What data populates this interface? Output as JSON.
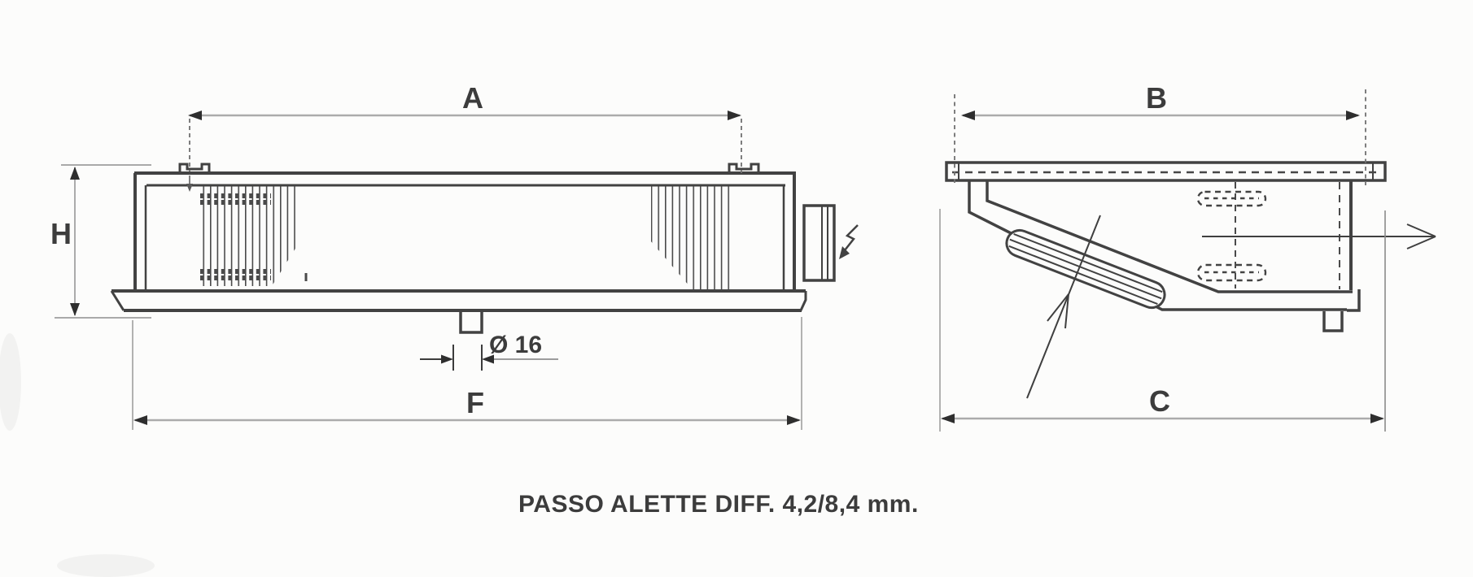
{
  "front_view": {
    "dim_a_label": "A",
    "dim_h_label": "H",
    "dim_f_label": "F",
    "drain_diameter_label": "Ø 16"
  },
  "side_view": {
    "dim_b_label": "B",
    "dim_c_label": "C"
  },
  "caption": "PASSO ALETTE DIFF. 4,2/8,4 mm.",
  "colors": {
    "line": "#424242",
    "dimension_line": "#ababab",
    "arrowhead": "#2e2e2e",
    "text": "#3c3c3c",
    "background": "#fcfcfb"
  },
  "icons": {
    "electrical_connection": "lightning-arrow-icon",
    "air_outlet": "airflow-arrow-icon",
    "coil_section": "section-arrow-icon"
  }
}
